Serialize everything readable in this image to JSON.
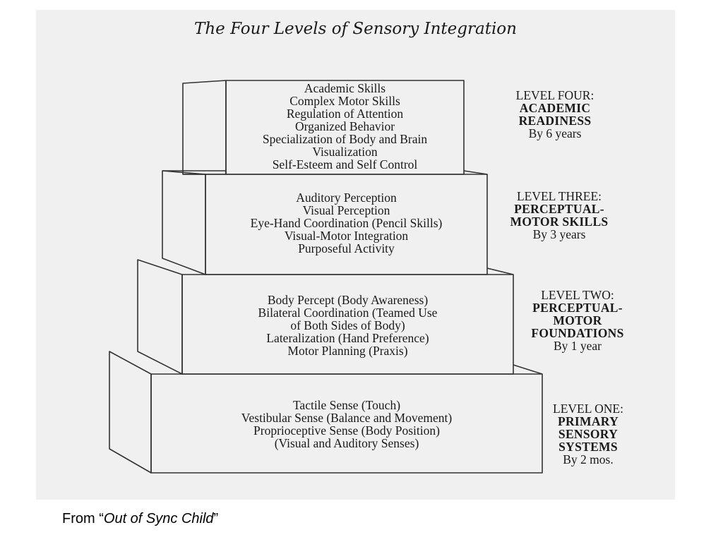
{
  "title": "The Four Levels of Sensory Integration",
  "levels": [
    {
      "level_name": "LEVEL FOUR:",
      "category_lines": [
        "ACADEMIC",
        "READINESS"
      ],
      "age": "By 6 years",
      "items": [
        "Academic Skills",
        "Complex Motor Skills",
        "Regulation of Attention",
        "Organized Behavior",
        "Specialization of Body and Brain",
        "Visualization",
        "Self-Esteem and Self Control"
      ]
    },
    {
      "level_name": "LEVEL THREE:",
      "category_lines": [
        "PERCEPTUAL-",
        "MOTOR SKILLS"
      ],
      "age": "By 3 years",
      "items": [
        "Auditory Perception",
        "Visual Perception",
        "Eye-Hand Coordination (Pencil Skills)",
        "Visual-Motor Integration",
        "Purposeful Activity"
      ]
    },
    {
      "level_name": "LEVEL TWO:",
      "category_lines": [
        "PERCEPTUAL-",
        "MOTOR",
        "FOUNDATIONS"
      ],
      "age": "By 1 year",
      "items": [
        "Body Percept (Body Awareness)",
        "Bilateral Coordination (Teamed Use",
        "of Both Sides of Body)",
        "Lateralization (Hand Preference)",
        "Motor Planning (Praxis)"
      ]
    },
    {
      "level_name": "LEVEL ONE:",
      "category_lines": [
        "PRIMARY",
        "SENSORY",
        "SYSTEMS"
      ],
      "age": "By 2 mos.",
      "items": [
        "Tactile Sense (Touch)",
        "Vestibular Sense (Balance and Movement)",
        "Proprioceptive Sense (Body Position)",
        "(Visual and Auditory Senses)"
      ]
    }
  ],
  "caption": {
    "prefix": "From “",
    "source_title": "Out of Sync Child",
    "suffix": "”"
  }
}
